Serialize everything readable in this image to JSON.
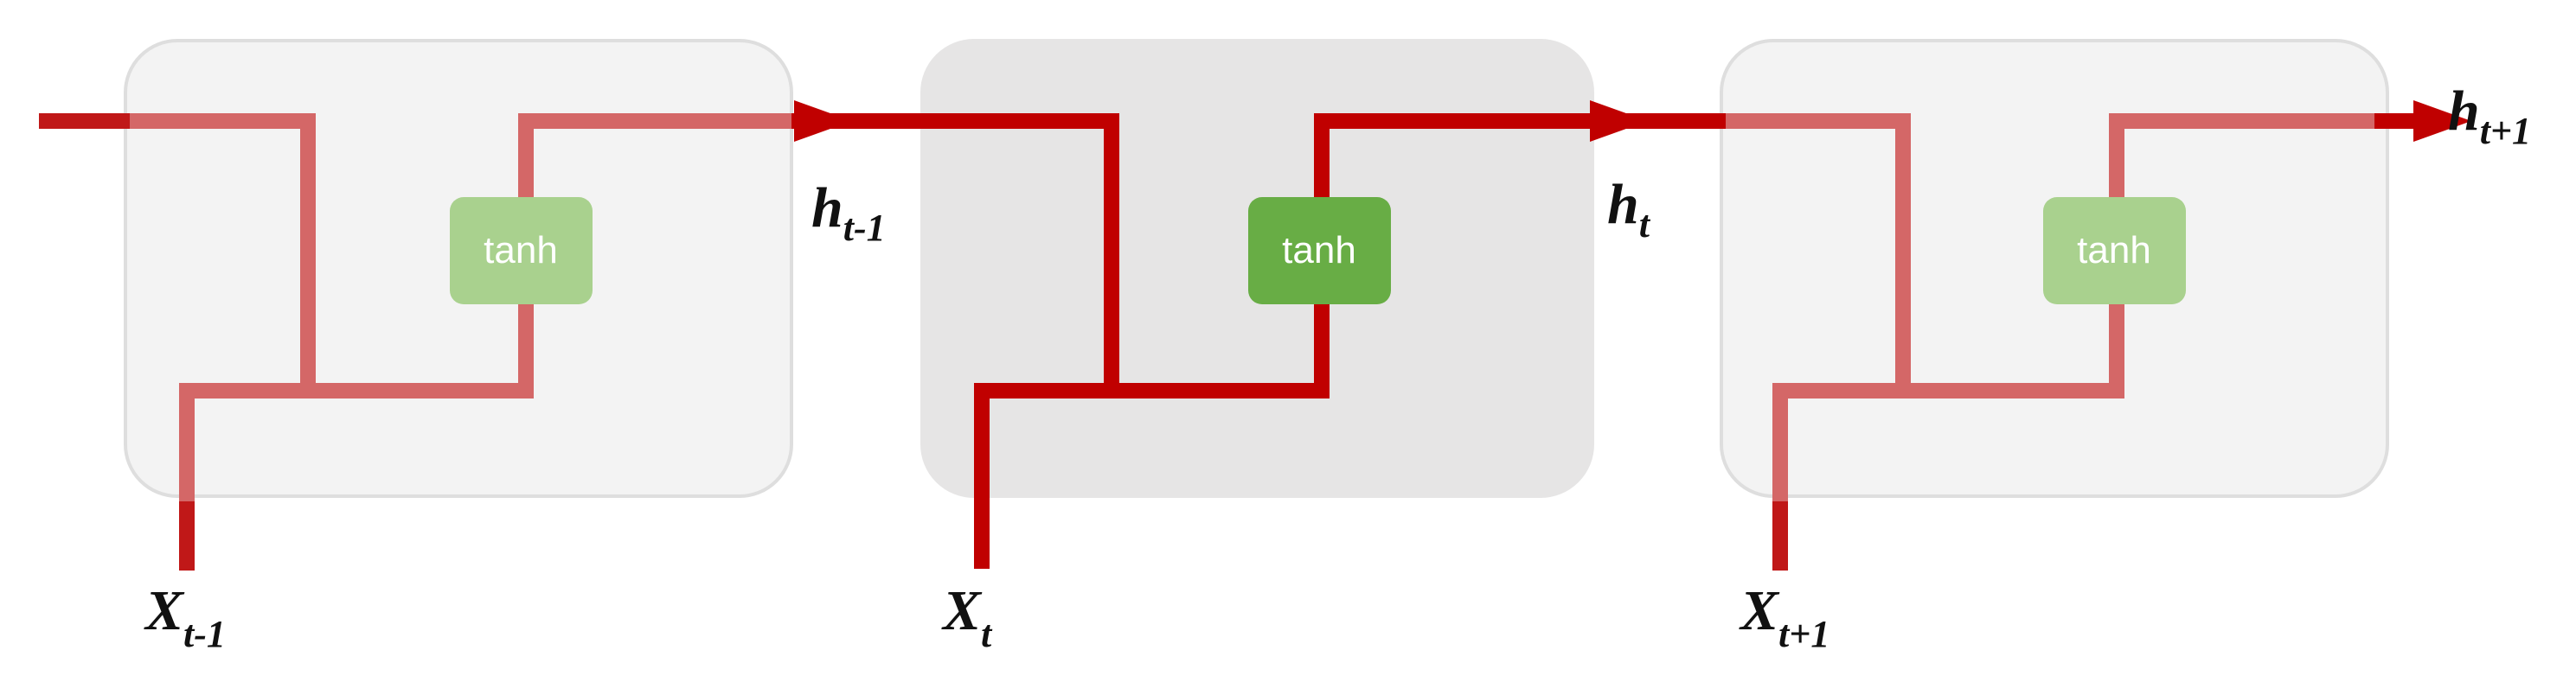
{
  "cells": [
    {
      "state": "faded",
      "gate_label": "tanh",
      "input": {
        "base": "X",
        "sub": "t-1"
      },
      "output": {
        "base": "h",
        "sub": "t-1"
      }
    },
    {
      "state": "active",
      "gate_label": "tanh",
      "input": {
        "base": "X",
        "sub": "t"
      },
      "output": {
        "base": "h",
        "sub": "t"
      }
    },
    {
      "state": "faded",
      "gate_label": "tanh",
      "input": {
        "base": "X",
        "sub": "t+1"
      },
      "output": {
        "base": "h",
        "sub": "t+1"
      }
    }
  ],
  "colors": {
    "active_wire": "#c00000",
    "faded_wire": "#d46767",
    "active_gate": "#68ad45",
    "faded_gate": "#a9d18e",
    "active_cell": "#e6e5e5",
    "faded_cell": "#f3f3f3"
  }
}
